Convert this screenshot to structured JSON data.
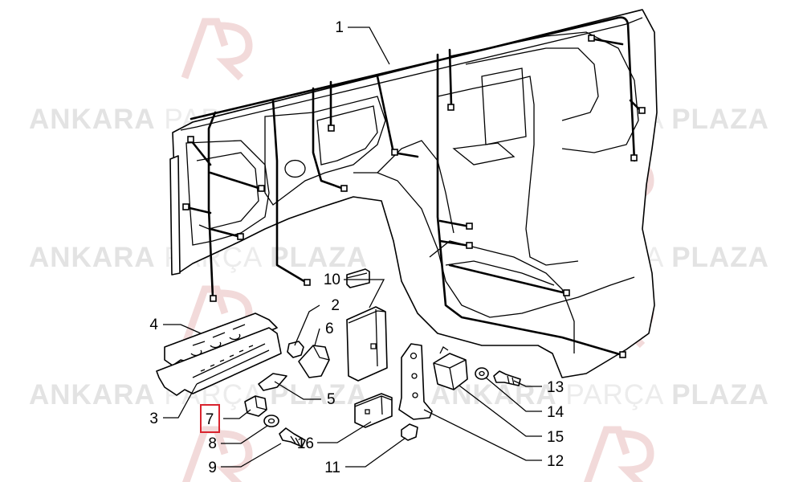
{
  "watermark": {
    "brand_bold_1": "ANKARA",
    "brand_light": "PARÇA",
    "brand_bold_2": "PLAZA"
  },
  "callouts": [
    {
      "id": "1",
      "label": "1"
    },
    {
      "id": "2",
      "label": "2"
    },
    {
      "id": "3",
      "label": "3"
    },
    {
      "id": "4",
      "label": "4"
    },
    {
      "id": "5",
      "label": "5"
    },
    {
      "id": "6",
      "label": "6"
    },
    {
      "id": "7",
      "label": "7",
      "highlighted": true
    },
    {
      "id": "8",
      "label": "8"
    },
    {
      "id": "9",
      "label": "9"
    },
    {
      "id": "10",
      "label": "10"
    },
    {
      "id": "11",
      "label": "11"
    },
    {
      "id": "12",
      "label": "12"
    },
    {
      "id": "13",
      "label": "13"
    },
    {
      "id": "14",
      "label": "14"
    },
    {
      "id": "15",
      "label": "15"
    },
    {
      "id": "16",
      "label": "16"
    }
  ],
  "colors": {
    "highlight": "#d9232e",
    "line": "#000000",
    "watermark": "#e3e3e3",
    "watermark_logo": "#f1d6d6"
  }
}
